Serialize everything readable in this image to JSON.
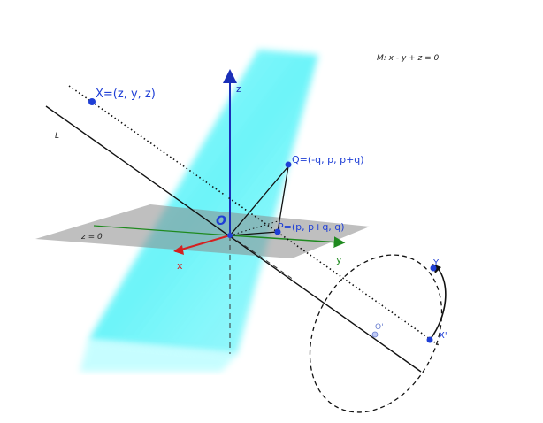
{
  "diagram": {
    "plane_equation": "M: x - y + z = 0",
    "plane_z0_label": "z = 0",
    "line_label": "L",
    "axes": {
      "x": "x",
      "y": "y",
      "z": "z"
    },
    "points": {
      "origin": "O",
      "X": "X=(z, y, z)",
      "Q": "Q=(-q, p, p+q)",
      "P": "P=(p, p+q, q)",
      "Y": "Y",
      "X_prime": "X'",
      "O_prime": "O'"
    },
    "colors": {
      "plane_M": "#5ff6fb",
      "plane_z0": "#9a9a9a",
      "z_axis": "#1a2fb8",
      "y_axis": "#1f8a1f",
      "x_axis": "#d42020",
      "points": "#1f3fd6"
    }
  }
}
